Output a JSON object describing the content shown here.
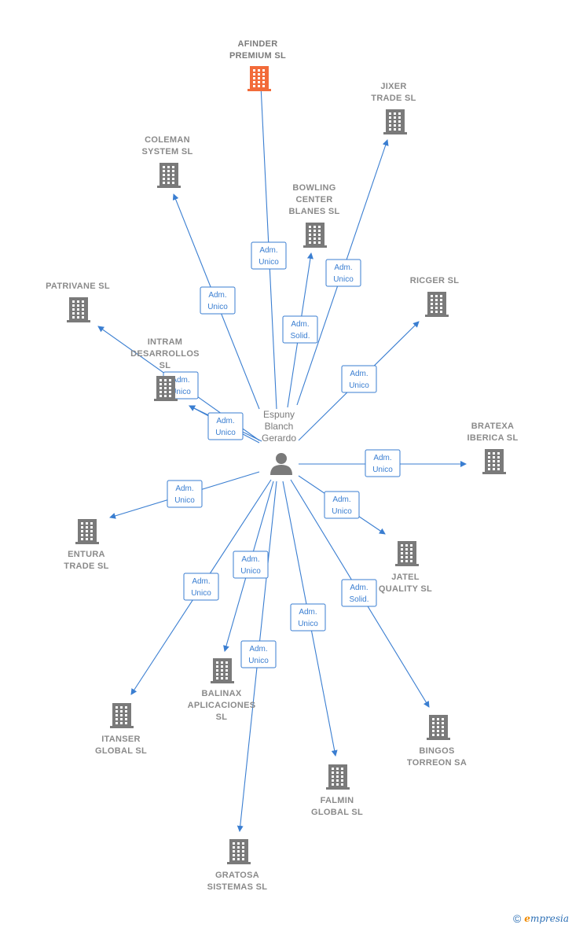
{
  "colors": {
    "edge": "#3a7ed1",
    "node": "#7a7a7a",
    "highlight": "#f26b3a"
  },
  "center": {
    "name": [
      "Espuny",
      "Blanch",
      "Gerardo"
    ],
    "icon": "person-icon"
  },
  "companies": [
    {
      "id": "afinder",
      "name": [
        "AFINDER",
        "PREMIUM  SL"
      ],
      "highlight": true,
      "role": [
        "Adm.",
        "Unico"
      ]
    },
    {
      "id": "jixer",
      "name": [
        "JIXER",
        "TRADE  SL"
      ],
      "highlight": false,
      "role": [
        "Adm.",
        "Unico"
      ]
    },
    {
      "id": "coleman",
      "name": [
        "COLEMAN",
        "SYSTEM  SL"
      ],
      "highlight": false,
      "role": [
        "Adm.",
        "Unico"
      ]
    },
    {
      "id": "bowling",
      "name": [
        "BOWLING",
        "CENTER",
        "BLANES SL"
      ],
      "highlight": false,
      "role": [
        "Adm.",
        "Solid."
      ]
    },
    {
      "id": "ricger",
      "name": [
        "RICGER SL"
      ],
      "highlight": false,
      "role": [
        "Adm.",
        "Unico"
      ]
    },
    {
      "id": "patrivane",
      "name": [
        "PATRIVANE SL"
      ],
      "highlight": false,
      "role": [
        "Adm.",
        "Unico"
      ]
    },
    {
      "id": "intram",
      "name": [
        "INTRAM",
        "DESARROLLOS",
        "SL"
      ],
      "highlight": false,
      "role": [
        "Adm.",
        "Unico"
      ]
    },
    {
      "id": "bratexa",
      "name": [
        "BRATEXA",
        "IBERICA  SL"
      ],
      "highlight": false,
      "role": [
        "Adm.",
        "Unico"
      ]
    },
    {
      "id": "entura",
      "name": [
        "ENTURA",
        "TRADE  SL"
      ],
      "highlight": false,
      "role": [
        "Adm.",
        "Unico"
      ]
    },
    {
      "id": "jatel",
      "name": [
        "JATEL",
        "QUALITY  SL"
      ],
      "highlight": false,
      "role": [
        "Adm.",
        "Unico"
      ]
    },
    {
      "id": "bingos",
      "name": [
        "BINGOS",
        "TORREON SA"
      ],
      "highlight": false,
      "role": [
        "Adm.",
        "Solid."
      ]
    },
    {
      "id": "itanser",
      "name": [
        "ITANSER",
        "GLOBAL  SL"
      ],
      "highlight": false,
      "role": [
        "Adm.",
        "Unico"
      ]
    },
    {
      "id": "balinax",
      "name": [
        "BALINAX",
        "APLICACIONES",
        "SL"
      ],
      "highlight": false,
      "role": [
        "Adm.",
        "Unico"
      ]
    },
    {
      "id": "falmin",
      "name": [
        "FALMIN",
        "GLOBAL  SL"
      ],
      "highlight": false,
      "role": [
        "Adm.",
        "Unico"
      ]
    },
    {
      "id": "gratosa",
      "name": [
        "GRATOSA",
        "SISTEMAS  SL"
      ],
      "highlight": false,
      "role": [
        "Adm.",
        "Unico"
      ]
    }
  ],
  "footer": {
    "copyright": "©",
    "brand_first": "e",
    "brand_rest": "mpresia"
  }
}
